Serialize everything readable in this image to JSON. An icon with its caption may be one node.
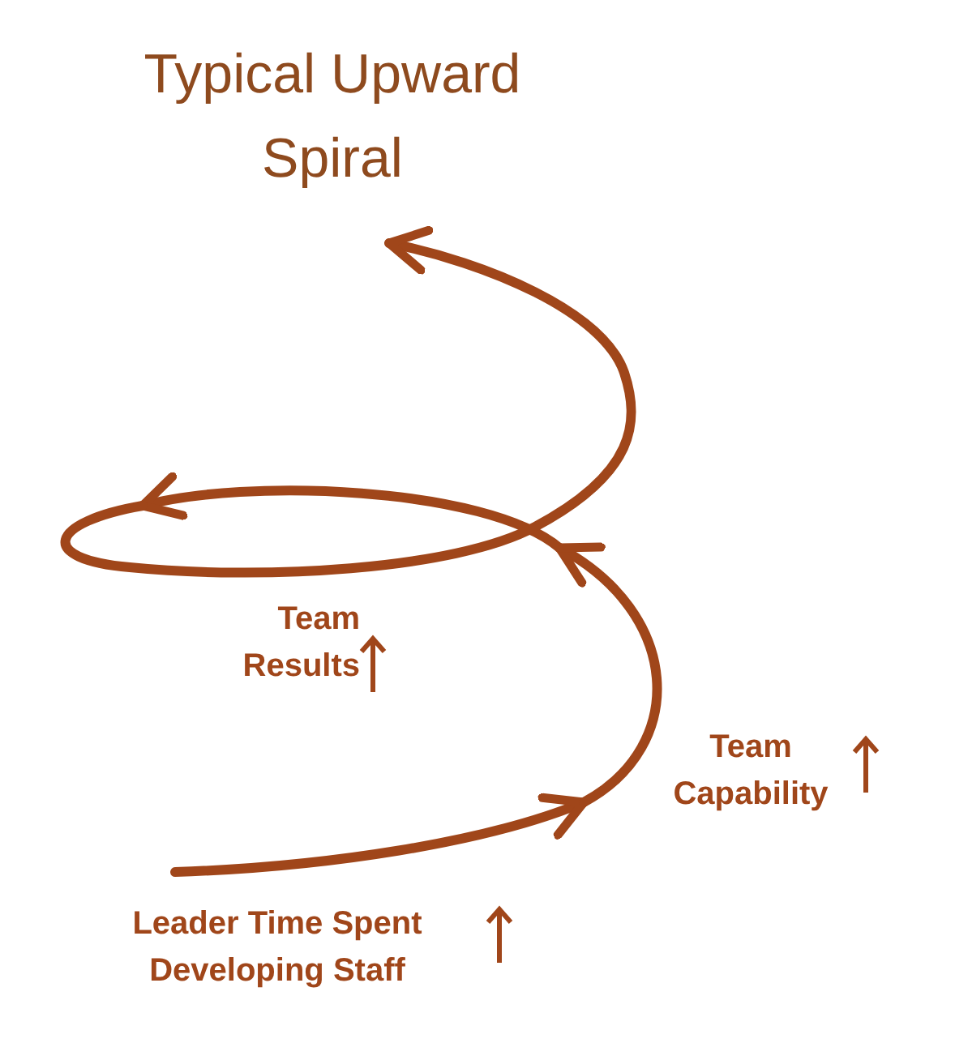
{
  "diagram": {
    "title": "Typical Upward Spiral",
    "labels": [
      "Team Results",
      "Team Capability",
      "Leader Time Spent Developing Staff"
    ]
  }
}
